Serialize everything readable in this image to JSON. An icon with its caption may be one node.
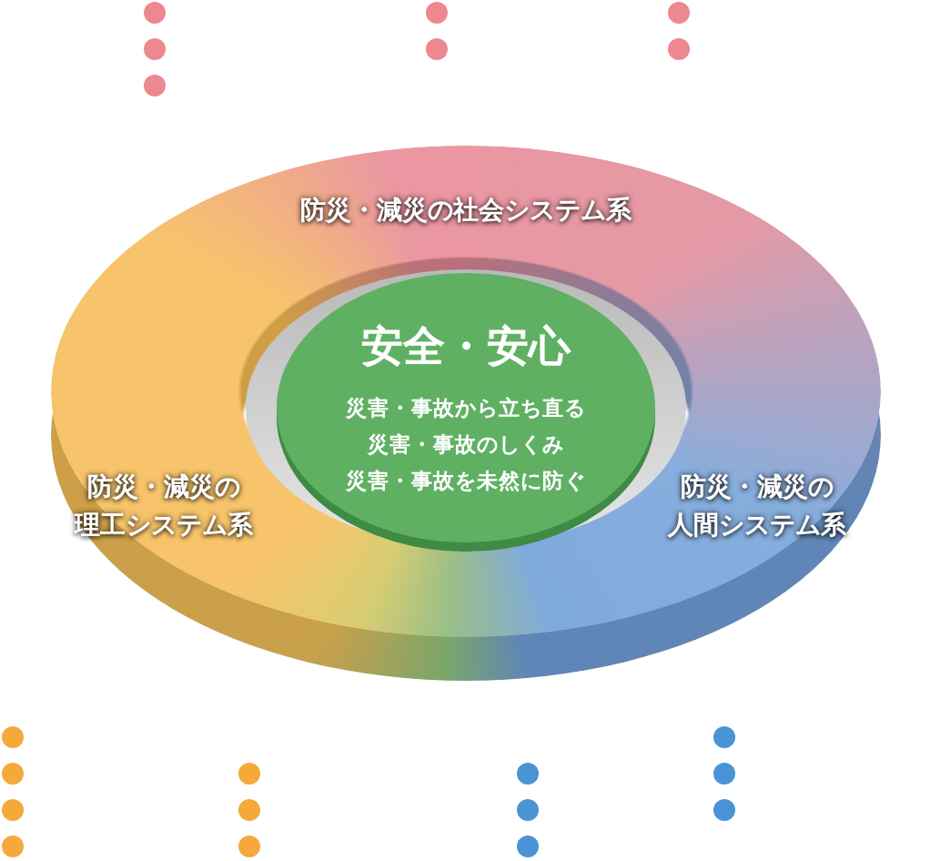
{
  "diagram": {
    "nodes": [
      {
        "text": [
          "防災・減災の社会システム系"
        ]
      },
      {
        "text": [
          "防災・減災の",
          "理工システム系"
        ]
      },
      {
        "text": [
          "防災・減災の",
          "人間システム系"
        ]
      },
      {
        "text": [
          "安全・安心",
          "災害・事故から立ち直る",
          "災害・事故のしくみ",
          "災害・事故を未然に防ぐ"
        ]
      }
    ],
    "edges": []
  }
}
